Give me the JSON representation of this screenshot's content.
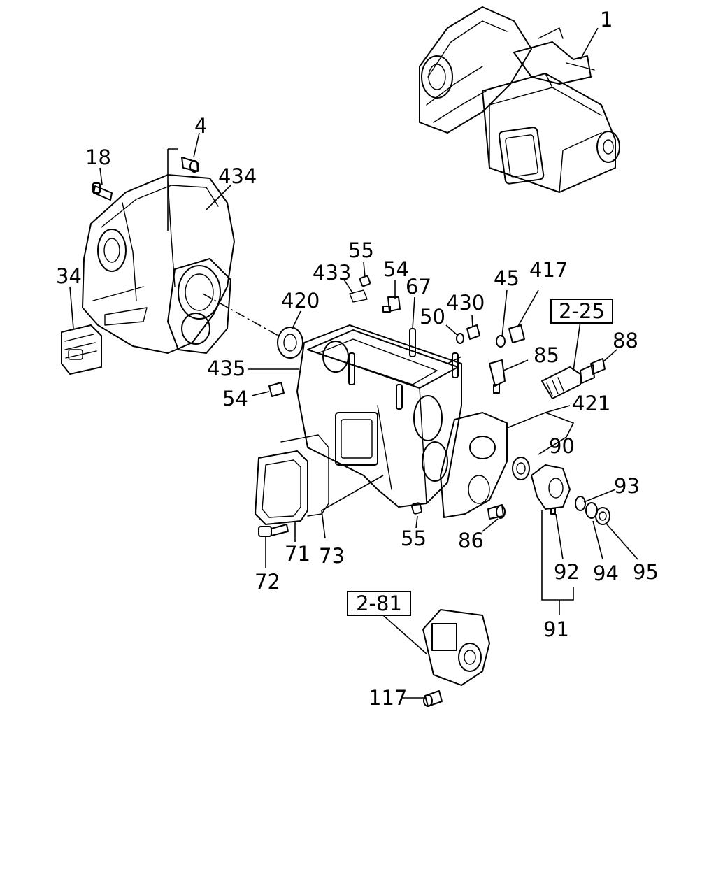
{
  "callouts": {
    "c1": "1",
    "c4": "4",
    "c18": "18",
    "c434": "434",
    "c34": "34",
    "c55a": "55",
    "c433": "433",
    "c54a": "54",
    "c67": "67",
    "c420": "420",
    "c430": "430",
    "c45": "45",
    "c417": "417",
    "c50": "50",
    "c88": "88",
    "c85": "85",
    "c435": "435",
    "c54b": "54",
    "c421": "421",
    "c90": "90",
    "c93": "93",
    "c86": "86",
    "c55b": "55",
    "c71": "71",
    "c73": "73",
    "c72": "72",
    "c92": "92",
    "c94": "94",
    "c95": "95",
    "c91": "91",
    "c117": "117"
  },
  "refs": {
    "r225": "2-25",
    "r281": "2-81"
  }
}
